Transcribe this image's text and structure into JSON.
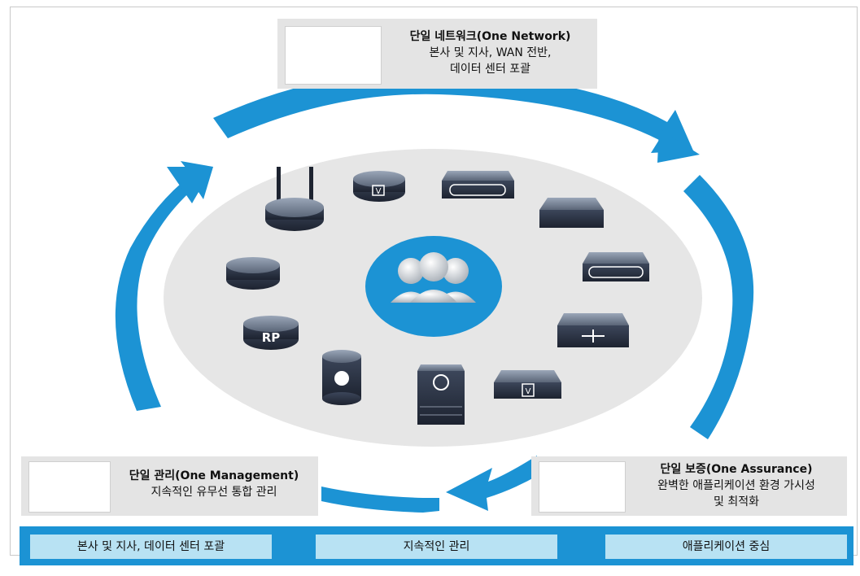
{
  "top_callout": {
    "title": "단일 네트워크(One Network)",
    "line1": "본사 및 지사, WAN 전반,",
    "line2": "데이터 센터 포괄"
  },
  "left_callout": {
    "title": "단일 관리(One Management)",
    "line1": "지속적인 유무선 통합 관리"
  },
  "right_callout": {
    "title": "단일 보증(One Assurance)",
    "line1": "완벽한 애플리케이션 환경 가시성",
    "line2": "및 최적화"
  },
  "bottom_bar": {
    "items": [
      "본사 및 지사, 데이터 센터 포괄",
      "지속적인 관리",
      "애플리케이션 중심"
    ]
  },
  "device_labels": {
    "rp": "RP",
    "v": "V"
  },
  "colors": {
    "arrow_blue": "#1c93d4",
    "ellipse_gray": "#e6e6e6",
    "pill_light_blue": "#b8e2f3",
    "device_dark": "#2b3447"
  },
  "icons": [
    "wireless-router-icon",
    "virtual-router-icon",
    "wan-optimizer-icon",
    "layer2-switch-icon",
    "router-icon",
    "multilayer-switch-icon",
    "route-processor-icon",
    "layer3-switch-icon",
    "l3-core-switch-icon",
    "firewall-icon",
    "virtual-switch-icon",
    "users-group-icon"
  ]
}
